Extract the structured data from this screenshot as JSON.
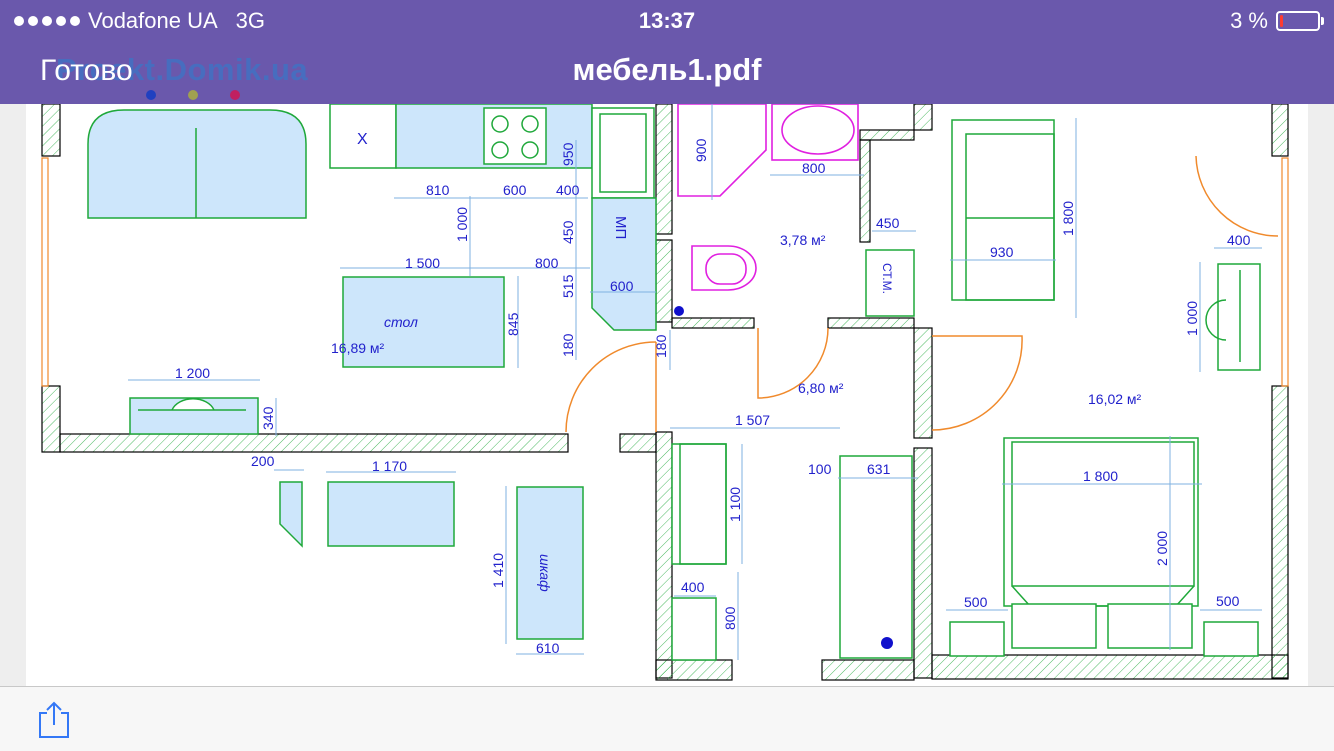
{
  "status": {
    "carrier": "Vodafone UA",
    "network": "3G",
    "time": "13:37",
    "battery_text": "3 %",
    "battery_level": 0.03
  },
  "nav": {
    "done_label": "Готово",
    "title": "мебель1.pdf",
    "watermark": "Proekt.Domik.ua"
  },
  "plan": {
    "rooms": {
      "area1": "16,89 м²",
      "area2": "3,78 м²",
      "area3": "6,80 м²",
      "area4": "16,02 м²"
    },
    "labels": {
      "table": "стол",
      "wardrobe": "шкаф",
      "dishwasher": "МП",
      "washer": "СТ.М.",
      "x_mark": "X"
    },
    "dims": {
      "d810": "810",
      "d600a": "600",
      "d400a": "400",
      "d950": "950",
      "d1000a": "1 000",
      "d450a": "450",
      "d515": "515",
      "d1500": "1 500",
      "d800a": "800",
      "d600b": "600",
      "d845": "845",
      "d180a": "180",
      "d180b": "180",
      "d900": "900",
      "d800b": "800",
      "d450b": "450",
      "d930": "930",
      "d1800a": "1 800",
      "d400b": "400",
      "d1000b": "1 000",
      "d1200": "1 200",
      "d340": "340",
      "d200": "200",
      "d1170": "1 170",
      "d1410": "1 410",
      "d610": "610",
      "d1507": "1 507",
      "d100": "100",
      "d631": "631",
      "d1100": "1 100",
      "d400c": "400",
      "d800c": "800",
      "d1800b": "1 800",
      "d2000": "2 000",
      "d500a": "500",
      "d500b": "500"
    }
  },
  "colors": {
    "bar": "#6a58ac",
    "wall": "#000000",
    "furniture_stroke": "#1fa83a",
    "furniture_fill": "#cde6fb",
    "dimension": "#2222cc",
    "dim_line": "#7fb2e0",
    "door": "#f08a2c",
    "plumbing": "#e020e0"
  }
}
